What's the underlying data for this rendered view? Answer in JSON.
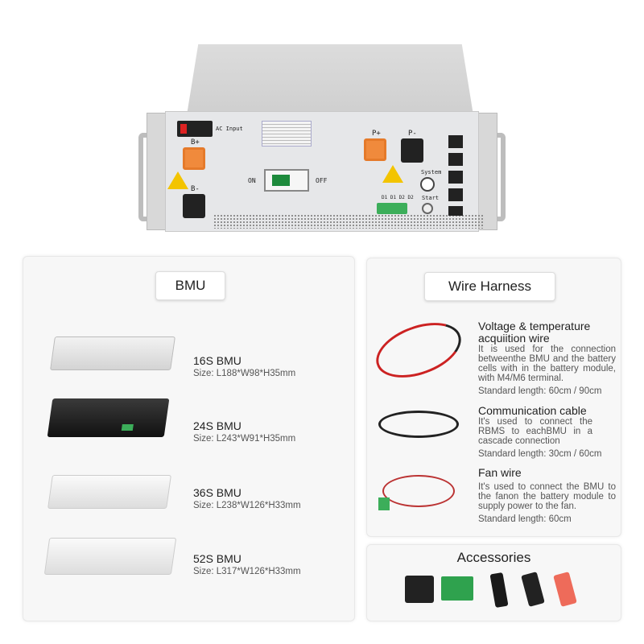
{
  "device": {
    "ac_input": "AC Input",
    "b_plus": "B+",
    "b_minus": "B-",
    "on": "ON",
    "off": "OFF",
    "p_plus": "P+",
    "p_minus": "P-",
    "system": "System",
    "start": "Start",
    "dio": "D1 D1 D2 D2"
  },
  "bmu": {
    "title": "BMU",
    "items": [
      {
        "name": "16S BMU",
        "size": "Size: L188*W98*H35mm",
        "color": "#e8e8e8"
      },
      {
        "name": "24S BMU",
        "size": "Size:  L243*W91*H35mm",
        "color": "#2a2a2a"
      },
      {
        "name": "36S BMU",
        "size": "Size: L238*W126*H33mm",
        "color": "#f0f0f0"
      },
      {
        "name": "52S BMU",
        "size": "Size: L317*W126*H33mm",
        "color": "#f0f0f0"
      }
    ]
  },
  "wire_harness": {
    "title": "Wire  Harness",
    "items": [
      {
        "title": "Voltage & temperature acquiition wire",
        "desc": "It is used for the connection betweenthe BMU and the battery cells with in the battery module, with M4/M6 terminal.",
        "length": "Standard length: 60cm / 90cm"
      },
      {
        "title": "Communication cable",
        "desc": "It's used to connect the RBMS to eachBMU in a cascade connection",
        "length": "Standard length: 30cm / 60cm"
      },
      {
        "title": "Fan wire",
        "desc": "It's used to connect the BMU to the fanon the battery module to supply power to the fan.",
        "length": "Standard length: 60cm"
      }
    ]
  },
  "accessories": {
    "title": "Accessories"
  }
}
